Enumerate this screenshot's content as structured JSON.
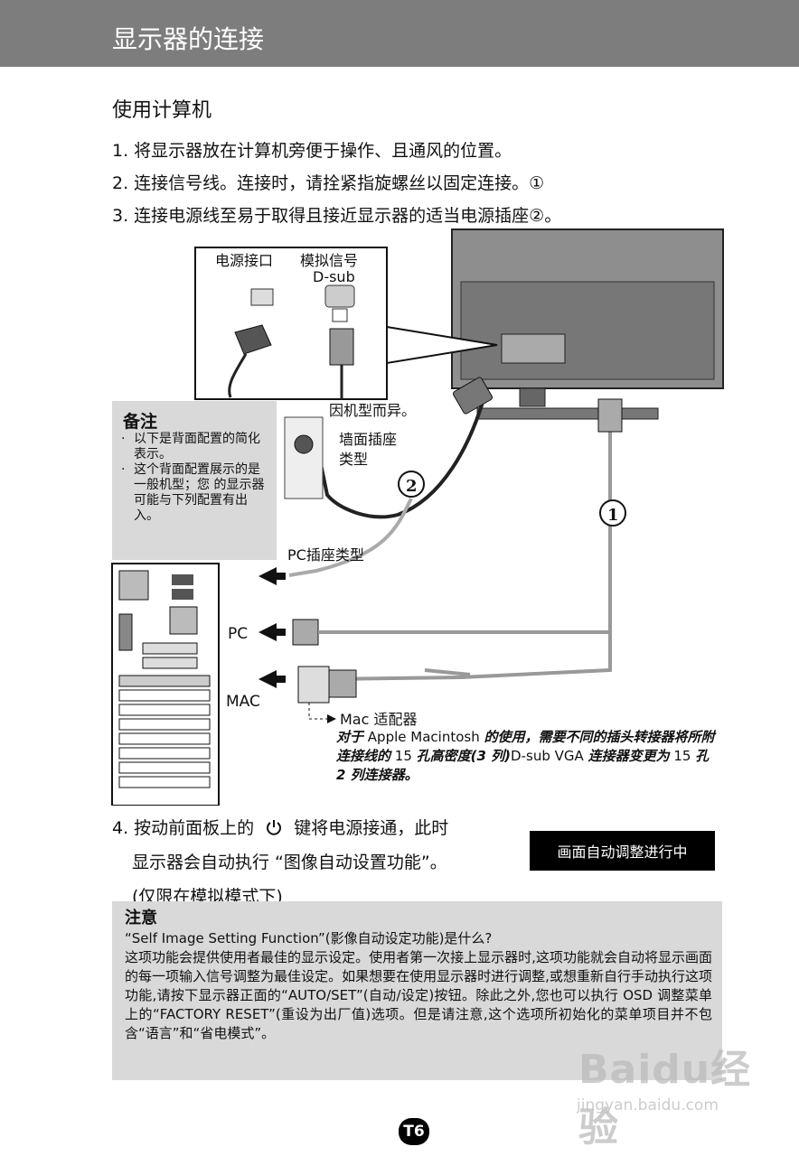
{
  "header": {
    "title": "显示器的连接"
  },
  "section": {
    "title": "使用计算机"
  },
  "steps": [
    "1. 将显示器放在计算机旁便于操作、且通风的位置。",
    "2. 连接信号线。连接时，请拴紧指旋螺丝以固定连接。①",
    "3. 连接电源线至易于取得且接近显示器的适当电源插座②。"
  ],
  "diagram": {
    "power_port_label": "电源接口",
    "analog_signal_label": "模拟信号",
    "dsub_label": "D-sub",
    "varies_label": "因机型而异。",
    "wall_outlet_label_1": "墙面插座",
    "wall_outlet_label_2": "类型",
    "pc_outlet_label": "PC插座类型",
    "pc_label": "PC",
    "mac_label": "MAC",
    "mac_adapter_label": "Mac 适配器",
    "callout_1": "1",
    "callout_2": "2"
  },
  "note": {
    "title": "备注",
    "items": [
      "以下是背面配置的简化表示。",
      "这个背面配置展示的是一般机型；您 的显示器可能与下列配置有出入。"
    ]
  },
  "adapter_note": {
    "p1": "对于",
    "p2": "Apple Macintosh",
    "p3": "的使用，需要不同的插头转接器将所附连接线的",
    "p4": "15",
    "p5": "孔高密度(3 列)",
    "p6": "D-sub VGA",
    "p7": "连接器变更为",
    "p8": "15",
    "p9": "孔 2 列连接器。"
  },
  "step4": {
    "line1_a": "4. 按动前面板上的",
    "line1_b": "键将电源接通，此时",
    "line2": "显示器会自动执行 “图像自动设置功能”。",
    "line3": "(仅限在模拟模式下)",
    "power_icon": "power-icon"
  },
  "status_box": {
    "text": "画面自动调整进行中"
  },
  "notice": {
    "title": "注意",
    "question": "“Self Image Setting Function”(影像自动设定功能)是什么?",
    "body": "这项功能会提供使用者最佳的显示设定。使用者第一次接上显示器时,这项功能就会自动将显示画面的每一项输入信号调整为最佳设定。如果想要在使用显示器时进行调整,或想重新自行手动执行这项功能,请按下显示器正面的“AUTO/SET”(自动/设定)按钮。除此之外,您也可以执行 OSD 调整菜单上的“FACTORY RESET”(重设为出厂值)选项。但是请注意,这个选项所初始化的菜单项目并不包含“语言”和“省电模式”。"
  },
  "watermark": {
    "logo": "Baidu经验",
    "url": "jingyan.baidu.com"
  },
  "page": {
    "number": "T6"
  },
  "colors": {
    "header": "#7d7d7d",
    "note_bg": "#d9d9d9",
    "status_bg": "#000000"
  }
}
